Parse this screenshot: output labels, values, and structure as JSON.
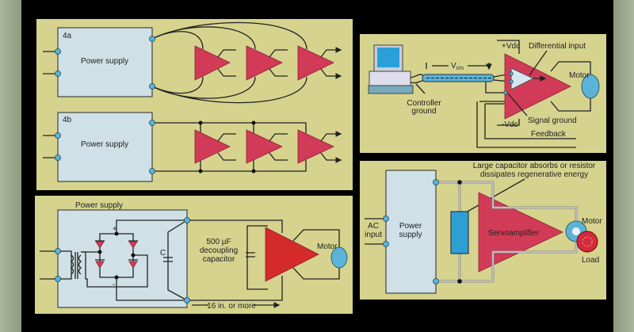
{
  "panel_4a": {
    "label": "4a",
    "box_label": "Power supply"
  },
  "panel_4b": {
    "label": "4b",
    "box_label": "Power supply"
  },
  "panel_decoupling": {
    "title": "Power supply",
    "plus": "+",
    "minus": "-",
    "cap_label": "C",
    "decoupling_line1": "500 µF",
    "decoupling_line2": "decoupling",
    "decoupling_line3": "capacitor",
    "motor": "Motor",
    "distance": "16 in. or more"
  },
  "panel_differential": {
    "vcm": "V",
    "vcm_sub": "cm",
    "controller_ground_1": "Controller",
    "controller_ground_2": "ground",
    "plus_vdc": "+Vdc",
    "minus_vdc": "-Vdc",
    "differential_input": "Differential input",
    "motor": "Motor",
    "signal_ground": "Signal ground",
    "feedback": "Feedback"
  },
  "panel_regen": {
    "note_1": "Large capacitor absorbs or resistor",
    "note_2": "dissipates regenerative energy",
    "ac_1": "AC",
    "ac_2": "input",
    "ps_1": "Power",
    "ps_2": "supply",
    "servo": "Servoamplifier",
    "motor": "Motor",
    "load": "Load"
  },
  "colors": {
    "panel": "#d6d38e",
    "box": "#cfe0e6",
    "amp": "#d23b57",
    "terminal": "#5ab4d8"
  }
}
